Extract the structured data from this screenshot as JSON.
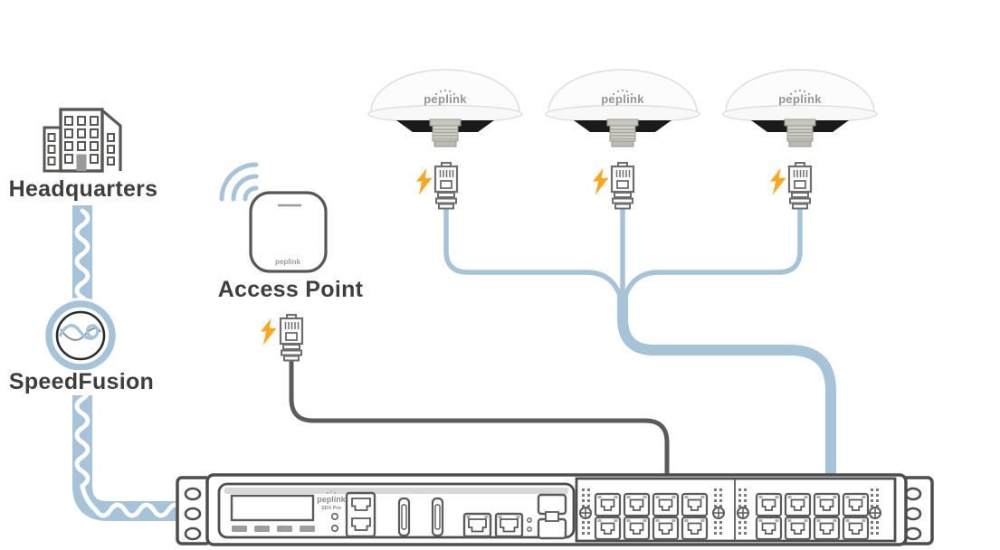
{
  "labels": {
    "headquarters": "Headquarters",
    "speedfusion": "SpeedFusion",
    "access_point": "Access Point"
  },
  "brands": {
    "antenna": "peplink",
    "access_point": "peplink",
    "router_name": "peplink",
    "router_model": "SDX Pro"
  },
  "devices": {
    "dome_antenna_count": 3,
    "lan_port_pair_count": 8
  },
  "colors": {
    "cable_blue": "#A6C3D8",
    "cable_dark": "#5B5B5B",
    "icon_outline": "#575756",
    "rack_outline": "#4D4D4D",
    "bolt_yellow": "#F9A825",
    "label_text": "#3E3E3D",
    "dome_dark_band": "#1A1A1A"
  }
}
